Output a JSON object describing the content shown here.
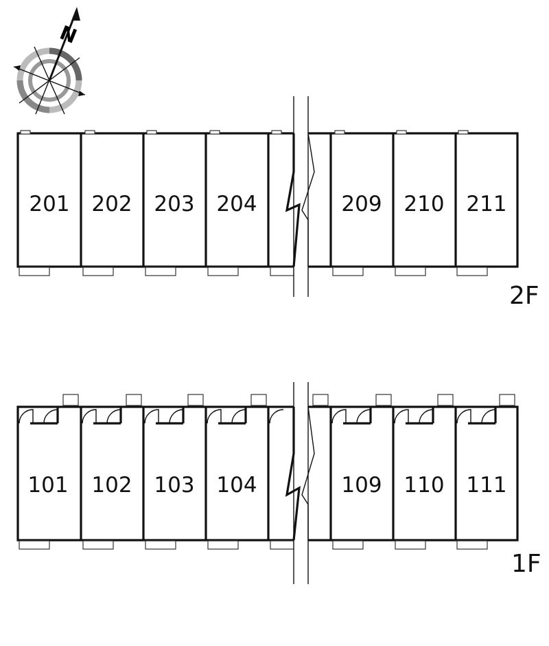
{
  "compass": {
    "label": "N",
    "icon": "north-compass-icon"
  },
  "floors": [
    {
      "label": "2F",
      "units_left": [
        "201",
        "202",
        "203",
        "204"
      ],
      "units_right": [
        "209",
        "210",
        "211"
      ]
    },
    {
      "label": "1F",
      "units_left": [
        "101",
        "102",
        "103",
        "104"
      ],
      "units_right": [
        "109",
        "110",
        "111"
      ]
    }
  ],
  "colors": {
    "line": "#111111",
    "compass_gray": "#888888",
    "compass_light": "#bbbbbb"
  }
}
